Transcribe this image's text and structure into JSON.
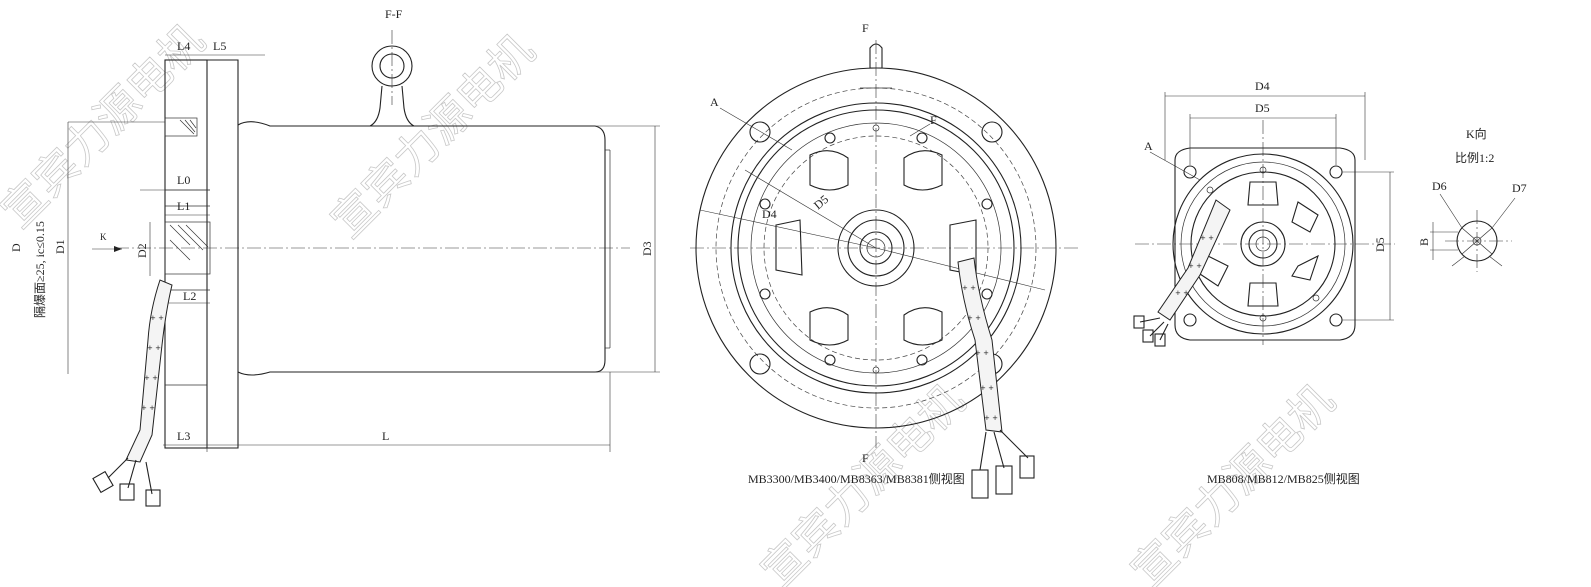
{
  "section_label": "F-F",
  "side_view": {
    "dims": {
      "L4": "L4",
      "L5": "L5",
      "L0": "L0",
      "L1": "L1",
      "L2": "L2",
      "L3": "L3",
      "L": "L",
      "D": "D",
      "D1": "D1",
      "D2": "D2",
      "D3": "D3"
    },
    "flame_note": "隔爆面≥25, ic≤0.15",
    "k_arrow": "K"
  },
  "front_view_large": {
    "labels": {
      "F_top": "F",
      "F_bottom": "F",
      "F_right": "F",
      "A": "A",
      "D4": "D4",
      "D5": "D5"
    },
    "caption": "MB3300/MB3400/MB8363/MB8381侧视图"
  },
  "front_view_small": {
    "labels": {
      "D4": "D4",
      "D5_top": "D5",
      "D5_side": "D5",
      "A": "A"
    },
    "caption": "MB808/MB812/MB825侧视图"
  },
  "k_view": {
    "title": "K向",
    "scale": "比例1:2",
    "labels": {
      "D6": "D6",
      "D7": "D7",
      "B": "B"
    }
  },
  "watermark": "宣宾力源电机"
}
